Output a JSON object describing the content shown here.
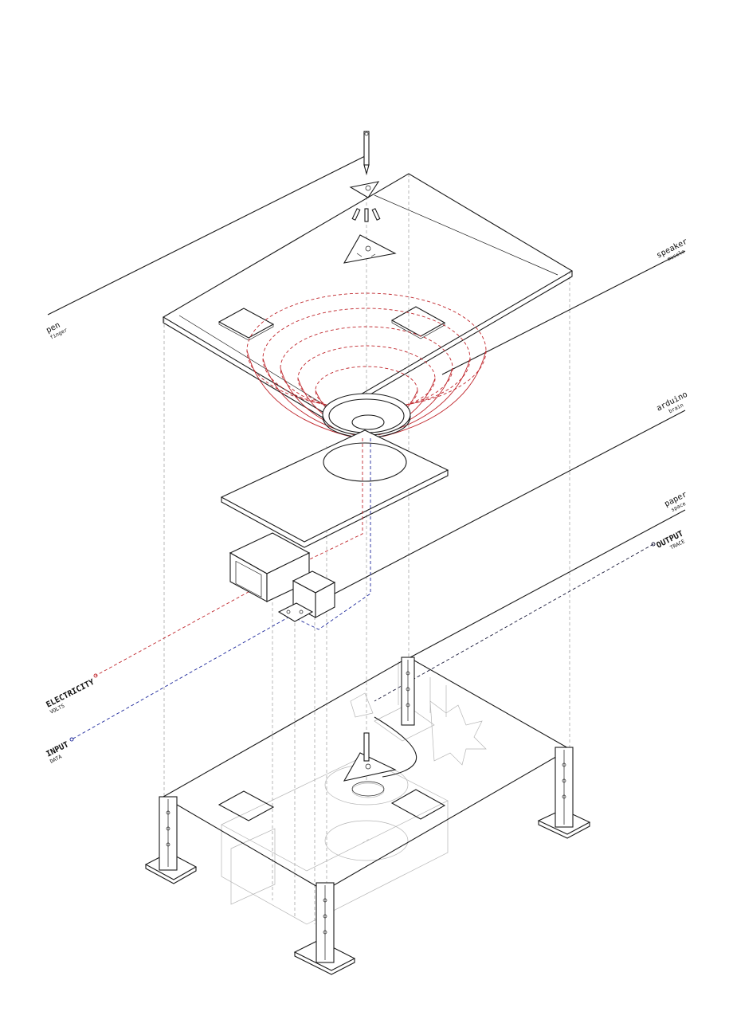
{
  "labels": {
    "pen": {
      "main": "pen",
      "sub": "finger"
    },
    "speaker": {
      "main": "speaker",
      "sub": "muscle"
    },
    "arduino": {
      "main": "arduino",
      "sub": "brain"
    },
    "paper": {
      "main": "paper",
      "sub": "space"
    },
    "output": {
      "main": "OUTPUT",
      "sub": "TRACE"
    },
    "electricity": {
      "main": "ELECTRICITY",
      "sub": "VOLTS"
    },
    "input": {
      "main": "INPUT",
      "sub": "DATA"
    }
  },
  "colors": {
    "line": "#1a1a1a",
    "guide": "#9a9a9a",
    "ghost": "#b5b5b5",
    "electricity": "#c0272d",
    "data": "#1f2a9c",
    "output": "#1a1a3a",
    "background": "#ffffff"
  }
}
